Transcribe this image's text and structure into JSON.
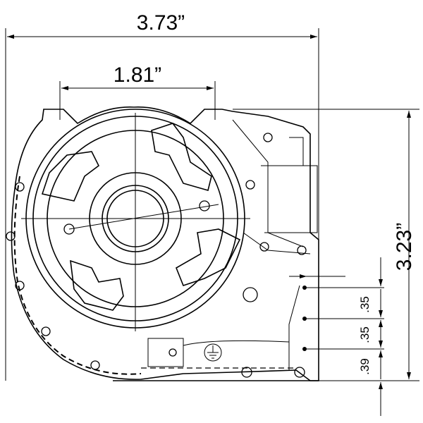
{
  "dimensions": {
    "overall_width": "3.73”",
    "mount_spacing": "1.81”",
    "overall_height": "3.23”",
    "hole_spacing_1": ".35",
    "hole_spacing_2": ".35",
    "hole_to_base": ".39"
  },
  "symbols": {
    "ground": "ground-symbol"
  }
}
